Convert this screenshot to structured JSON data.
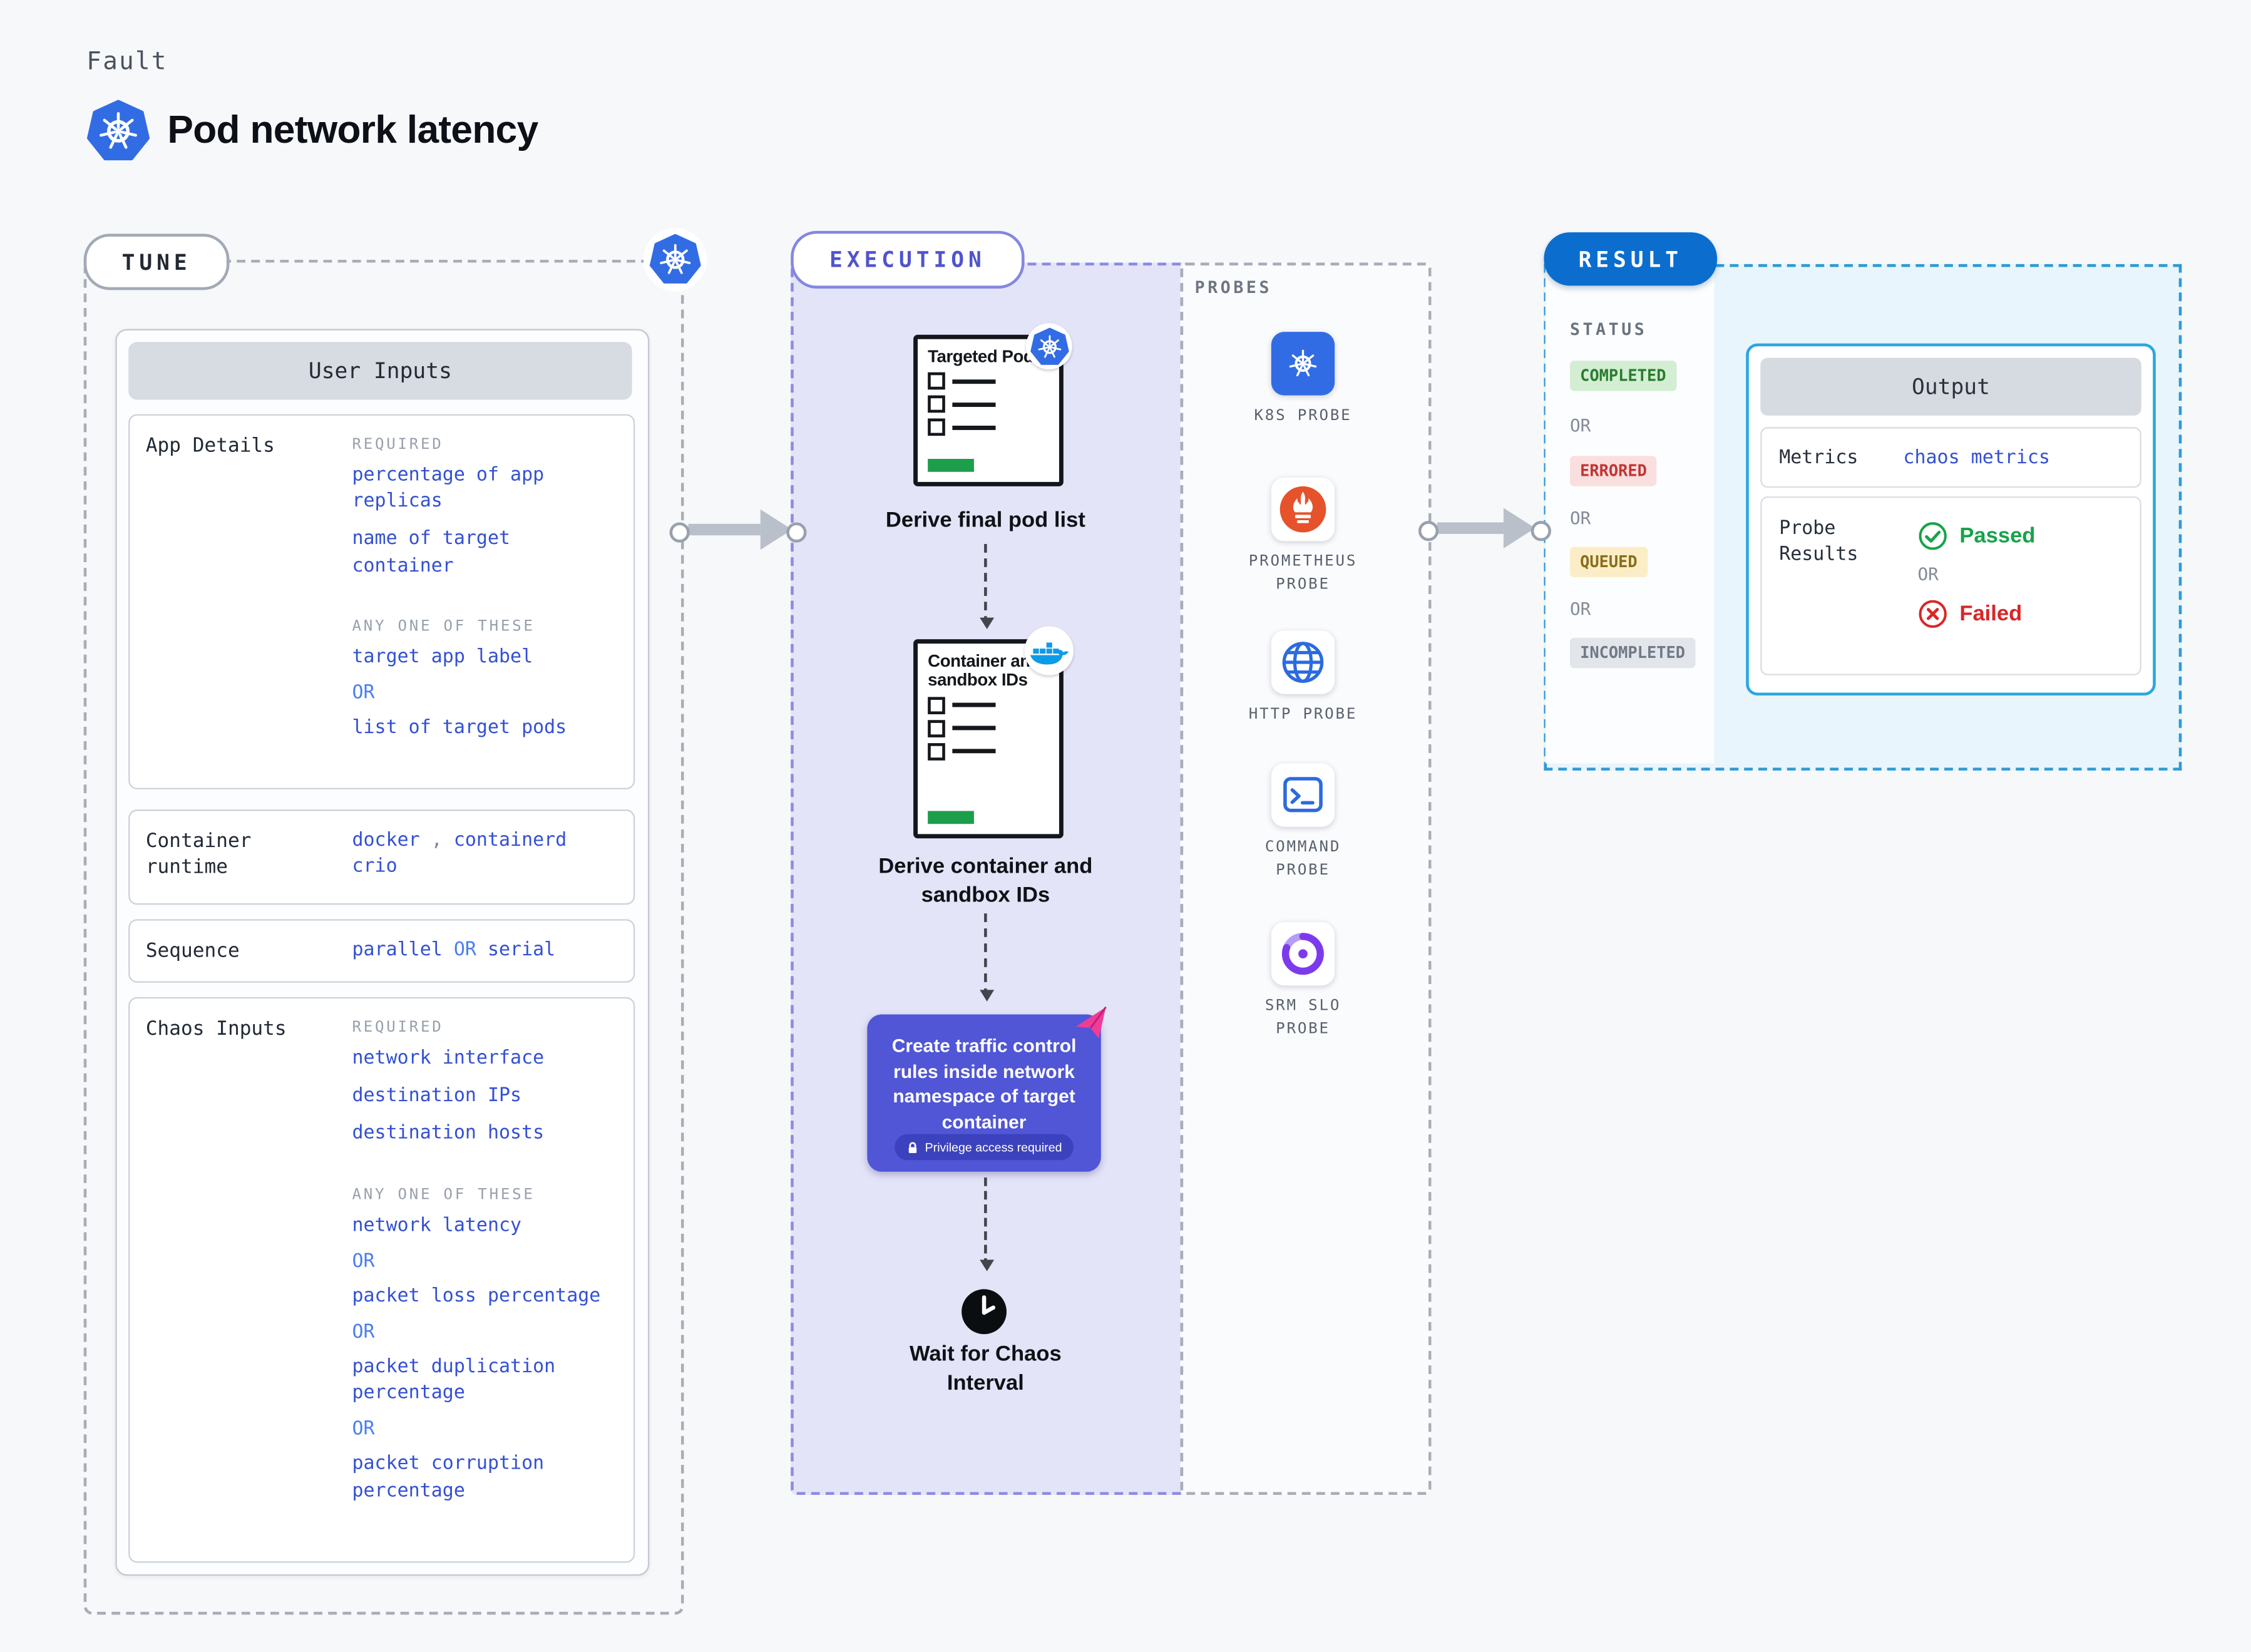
{
  "header": {
    "eyebrow": "Fault",
    "title": "Pod network latency"
  },
  "tune": {
    "label": "TUNE",
    "panel_title": "User Inputs",
    "app_details": {
      "label": "App Details",
      "required_heading": "REQUIRED",
      "required_items": [
        "percentage of app replicas",
        "name of target container"
      ],
      "any_heading": "ANY ONE OF THESE",
      "any_items": [
        "target app label",
        "OR",
        "list of target pods"
      ]
    },
    "container_runtime": {
      "label": "Container runtime",
      "v1": "docker",
      "comma": ",",
      "v2": "containerd",
      "v3": "crio"
    },
    "sequence": {
      "label": "Sequence",
      "v1": "parallel",
      "or": "OR",
      "v2": "serial"
    },
    "chaos_inputs": {
      "label": "Chaos Inputs",
      "required_heading": "REQUIRED",
      "required_items": [
        "network interface",
        "destination IPs",
        "destination hosts"
      ],
      "any_heading": "ANY ONE OF THESE",
      "any_items": [
        "network latency",
        "OR",
        "packet loss percentage",
        "OR",
        "packet duplication percentage",
        "OR",
        "packet corruption percentage"
      ]
    }
  },
  "execution": {
    "label": "EXECUTION",
    "step1": {
      "doc_title": "Targeted Pods",
      "caption": "Derive final pod list"
    },
    "step2": {
      "doc_title": "Container and sandbox IDs",
      "caption": "Derive container and sandbox IDs"
    },
    "action": {
      "text": "Create traffic control rules inside network namespace of target container",
      "badge": "Privilege access required"
    },
    "wait": {
      "caption": "Wait for Chaos Interval"
    }
  },
  "probes": {
    "label": "PROBES",
    "items": [
      "K8S PROBE",
      "PROMETHEUS PROBE",
      "HTTP PROBE",
      "COMMAND PROBE",
      "SRM SLO PROBE"
    ]
  },
  "result": {
    "label": "RESULT",
    "status_heading": "STATUS",
    "statuses": [
      "COMPLETED",
      "ERRORED",
      "QUEUED",
      "INCOMPLETED"
    ],
    "or": "OR",
    "output": {
      "title": "Output",
      "metrics_label": "Metrics",
      "metrics_value": "chaos metrics",
      "probe_results_label": "Probe Results",
      "passed": "Passed",
      "or": "OR",
      "failed": "Failed"
    }
  },
  "colors": {
    "value-blue": "#3350d4",
    "or-blue": "#4d7df2",
    "exec-purple": "#5054cc",
    "action-purple": "#5056d6",
    "result-blue": "#0b6ecf",
    "k8s-blue": "#326ce5",
    "passed-green": "#16a34a",
    "failed-red": "#d92626",
    "completed-green": "#2a7d2e",
    "errored-red": "#c33434",
    "queued-amber": "#8a6d1a"
  }
}
